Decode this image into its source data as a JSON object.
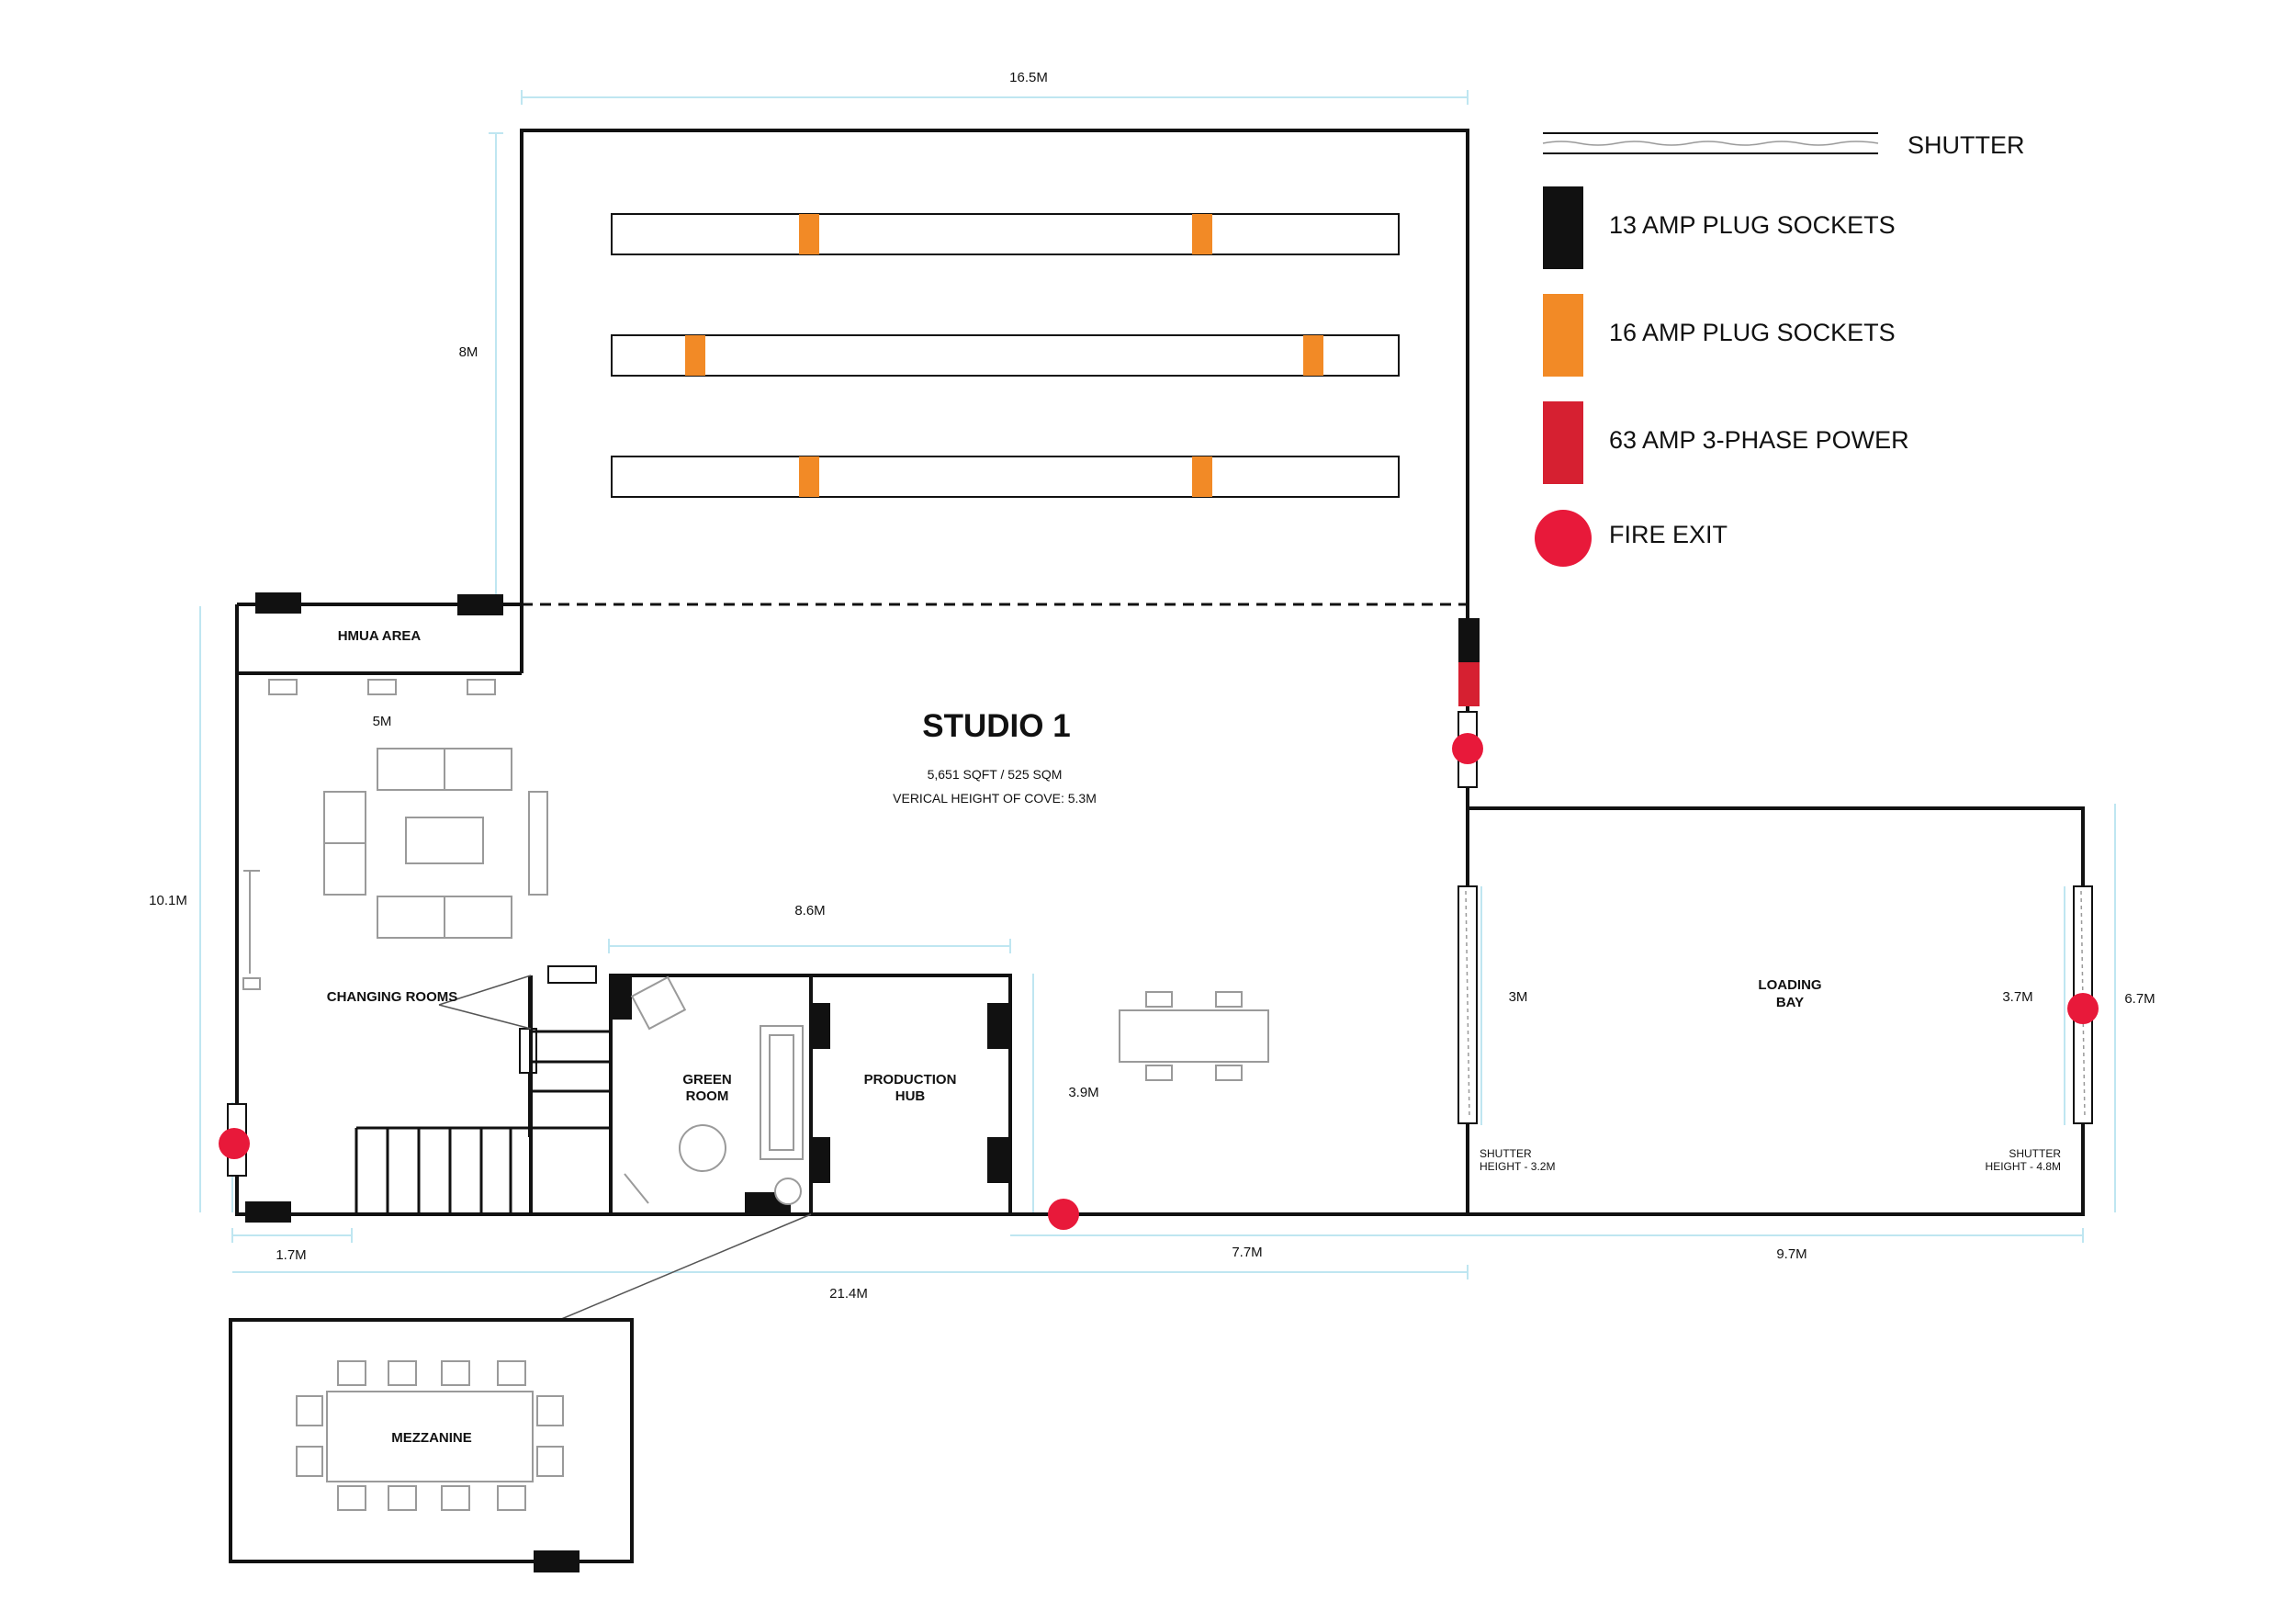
{
  "studio": {
    "title": "STUDIO 1",
    "area": "5,651 SQFT / 525 SQM",
    "cove_height": "VERICAL HEIGHT OF COVE: 5.3M"
  },
  "rooms": {
    "hmua": "HMUA AREA",
    "changing": "CHANGING ROOMS",
    "green": [
      "GREEN",
      "ROOM"
    ],
    "production": [
      "PRODUCTION",
      "HUB"
    ],
    "loading": [
      "LOADING",
      "BAY"
    ],
    "mezzanine": "MEZZANINE"
  },
  "dimensions": {
    "top_width": "16.5M",
    "top_height": "8M",
    "hmua_width": "5M",
    "left_height": "10.1M",
    "inner_width": "8.6M",
    "inner_height": "3.9M",
    "bottom_left": "1.7M",
    "total_width": "21.4M",
    "bottom_mid": "7.7M",
    "loading_width": "9.7M",
    "shutter_left_width": "3M",
    "shutter_right_width": "3.7M",
    "loading_height": "6.7M"
  },
  "shutters": {
    "left": [
      "SHUTTER",
      "HEIGHT - 3.2M"
    ],
    "right": [
      "SHUTTER",
      "HEIGHT - 4.8M"
    ]
  },
  "legend": [
    {
      "label": "SHUTTER",
      "symbol": "shutter-line-icon"
    },
    {
      "label": "13 AMP PLUG SOCKETS",
      "symbol": "black-socket-icon",
      "color": "#111111"
    },
    {
      "label": "16 AMP PLUG SOCKETS",
      "symbol": "orange-socket-icon",
      "color": "#f28a26"
    },
    {
      "label": "63 AMP 3-PHASE POWER",
      "symbol": "red-power-icon",
      "color": "#d62031"
    },
    {
      "label": "FIRE EXIT",
      "symbol": "fire-exit-dot-icon",
      "color": "#e8193a"
    }
  ],
  "colors": {
    "wall": "#111111",
    "dimension_line": "#bfe6f1",
    "socket_13a": "#111111",
    "socket_16a": "#f28a26",
    "power_63a": "#d62031",
    "fire_exit": "#e8193a"
  }
}
